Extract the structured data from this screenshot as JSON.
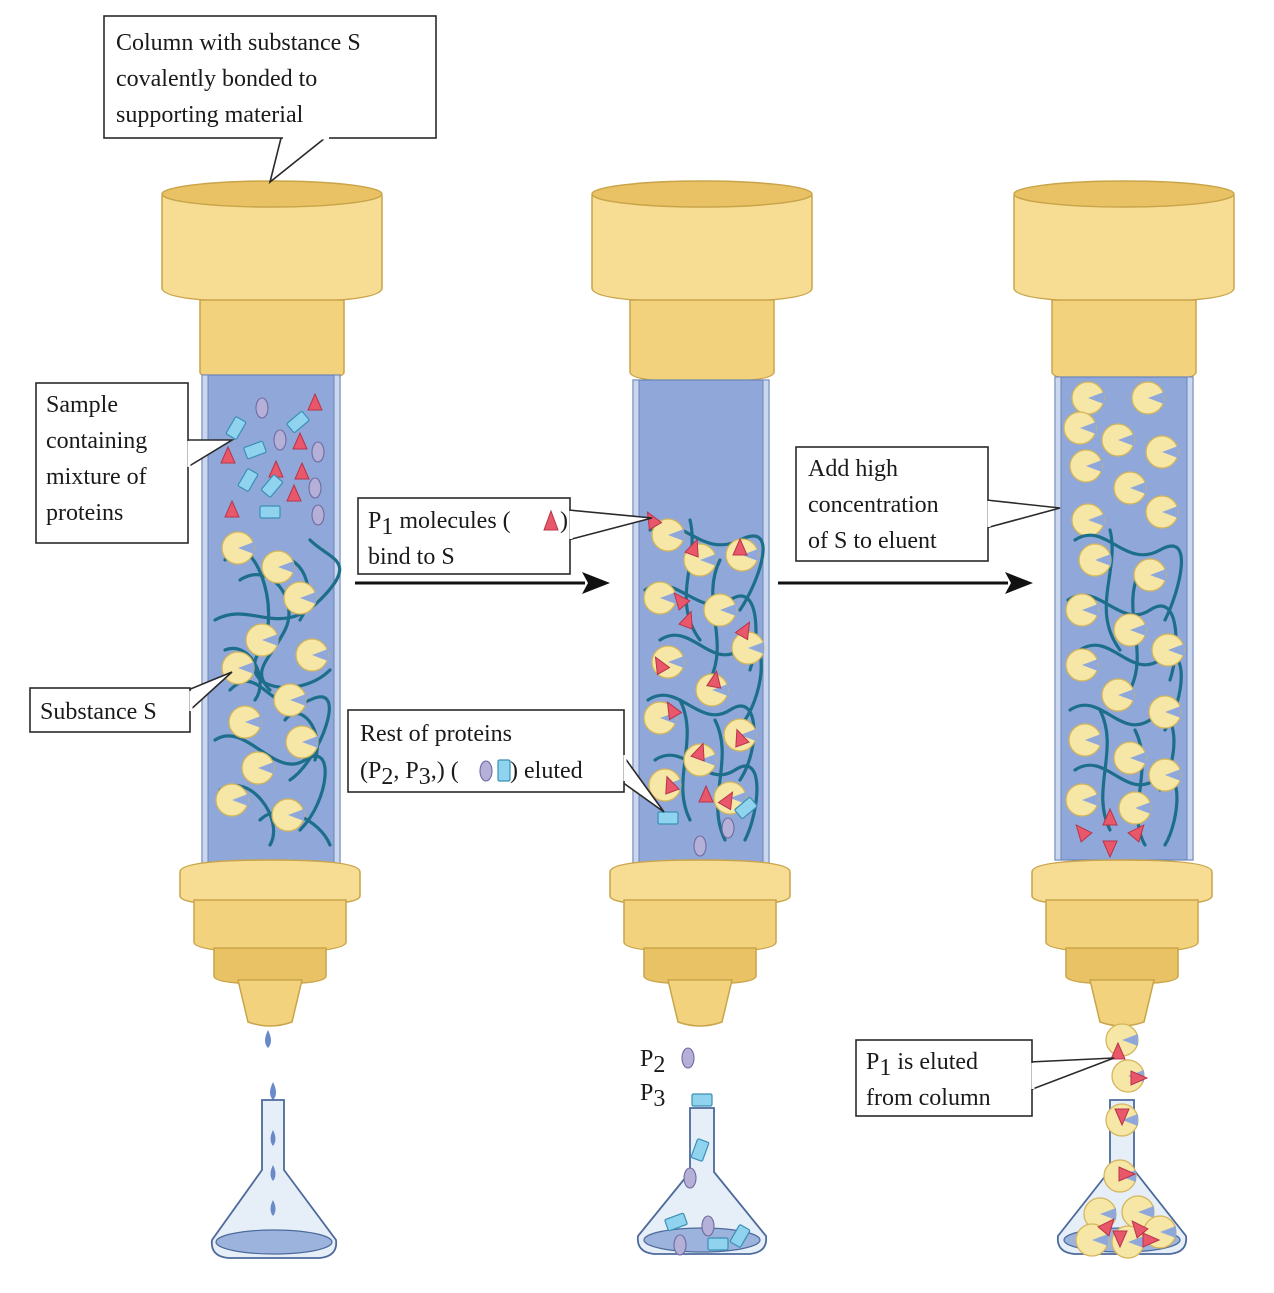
{
  "labels": {
    "column_note": [
      "Column with substance S",
      "covalently bonded to",
      "supporting material"
    ],
    "sample_note": [
      "Sample",
      "containing",
      "mixture of",
      "proteins"
    ],
    "substance_s": "Substance S",
    "p1_bind": {
      "line1_prefix": "P",
      "line1_sub": "1",
      "line1_suffix": " molecules (",
      "line1_close": ")",
      "line2": "bind to S"
    },
    "rest_proteins": {
      "line1": "Rest of proteins",
      "line2_a": "(P",
      "line2_sub2": "2",
      "line2_b": ", P",
      "line2_sub3": "3",
      "line2_c": ",) (",
      "line2_d": ") eluted"
    },
    "add_high": [
      "Add high",
      "concentration",
      "of S to eluent"
    ],
    "p2_label": {
      "text": "P",
      "sub": "2"
    },
    "p3_label": {
      "text": "P",
      "sub": "3"
    },
    "p1_eluted": {
      "line1_prefix": "P",
      "line1_sub": "1",
      "line1_suffix": " is eluted",
      "line2": "from column"
    }
  },
  "icons": {
    "p1_molecule": "red-triangle-icon",
    "p2_molecule": "lavender-ellipse-icon",
    "p3_molecule": "cyan-rectangle-icon",
    "ligand_bead": "yellow-bead-icon"
  },
  "colors": {
    "column_fill": "#8fa8d9",
    "cap": "#f3d27e",
    "fiber": "#1d6e8a",
    "bead": "#f6e7a6",
    "p1": "#e8576a",
    "p2": "#b4b0d8",
    "p3": "#8fd3ee"
  }
}
